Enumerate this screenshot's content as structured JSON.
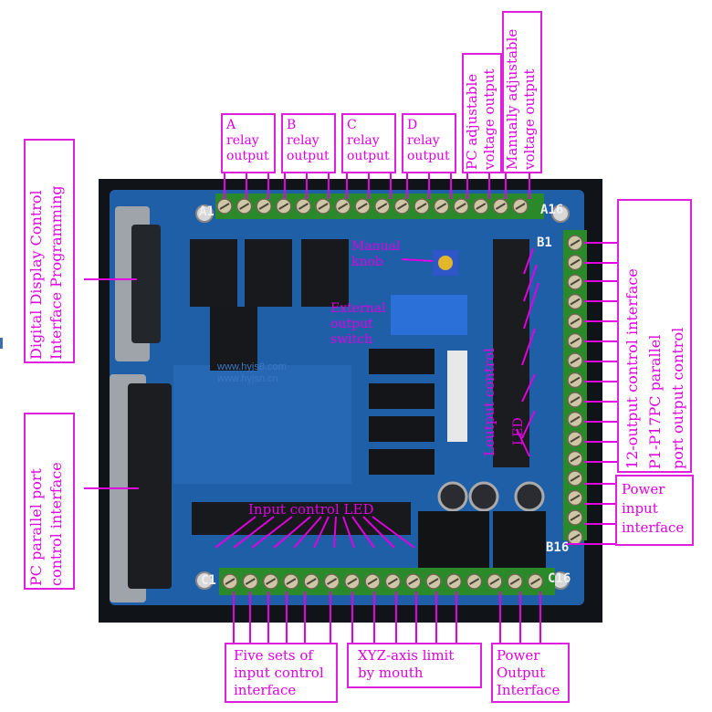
{
  "relay_labels": [
    {
      "letter": "A",
      "line2": "relay",
      "line3": "output"
    },
    {
      "letter": "B",
      "line2": "relay",
      "line3": "output"
    },
    {
      "letter": "C",
      "line2": "relay",
      "line3": "output"
    },
    {
      "letter": "D",
      "line2": "relay",
      "line3": "output"
    }
  ],
  "vertical_labels": {
    "pc_adjustable": "PC adjustable\nvoltage output",
    "manual_adjustable": "Manually adjustable\nvoltage output",
    "digital_display": "Digital Display Control\nInterface Programming",
    "parallel_port": "PC parallel port\ncontrol interface",
    "output_control": "12-output control interface\nP1-P17PC parallel\nport output control"
  },
  "onboard_labels": {
    "manual_knob": "Manual\nknob",
    "external_switch": "External\noutput\nswitch",
    "input_led": "Input control LED",
    "output_control": "Loutput control",
    "led": "LED"
  },
  "power_input": "Power\ninput\ninterface",
  "bottom_labels": {
    "input_sets": "Five sets of\ninput control\ninterface",
    "xyz_limit": "XYZ-axis limit\nby mouth",
    "power_output": "Power\nOutput\nInterface"
  },
  "corners": {
    "a1": "A1",
    "a16": "A16",
    "b1": "B1",
    "b16": "B16",
    "c1": "C1",
    "c16": "C16"
  },
  "board_watermark": {
    "line1": "www.hyjs8.com",
    "line2": "www.hyjsn.cn"
  },
  "colors": {
    "label": "#e000e0",
    "board": "#1f5fa8",
    "terminal": "#2a8a2a"
  }
}
